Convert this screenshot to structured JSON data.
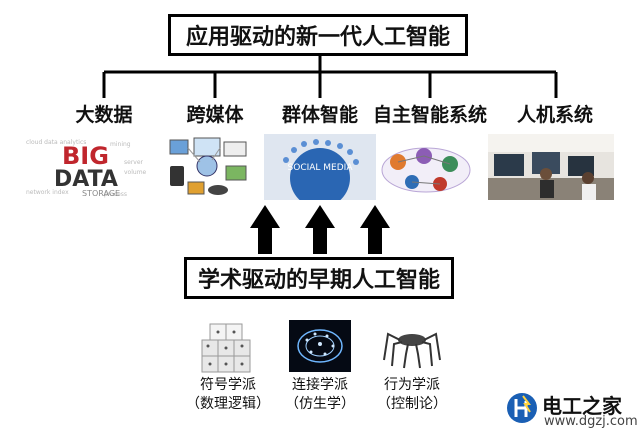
{
  "top_title": "应用驱动的新一代人工智能",
  "categories": [
    {
      "label": "大数据",
      "image": "big-data-word-cloud",
      "image_text": [
        "BIG",
        "DATA",
        "STORAGE"
      ]
    },
    {
      "label": "跨媒体",
      "image": "cross-media-devices"
    },
    {
      "label": "群体智能",
      "image": "social-media-globe",
      "image_text": [
        "SOCIAL MEDIA"
      ]
    },
    {
      "label": "自主智能系统",
      "image": "autonomous-system-diagram"
    },
    {
      "label": "人机系统",
      "image": "human-machine-workstation"
    }
  ],
  "middle_title": "学术驱动的早期人工智能",
  "schools": [
    {
      "name": "符号学派",
      "sub": "（数理逻辑）",
      "image": "logic-cubes"
    },
    {
      "name": "连接学派",
      "sub": "（仿生学）",
      "image": "neural-brain"
    },
    {
      "name": "行为学派",
      "sub": "（控制论）",
      "image": "hexapod-robot"
    }
  ],
  "watermark": {
    "brand": "电工之家",
    "url": "www.dgzj.com",
    "accent": "#1a5fb4"
  },
  "colors": {
    "line": "#000000",
    "accent": "#1a5fb4"
  }
}
